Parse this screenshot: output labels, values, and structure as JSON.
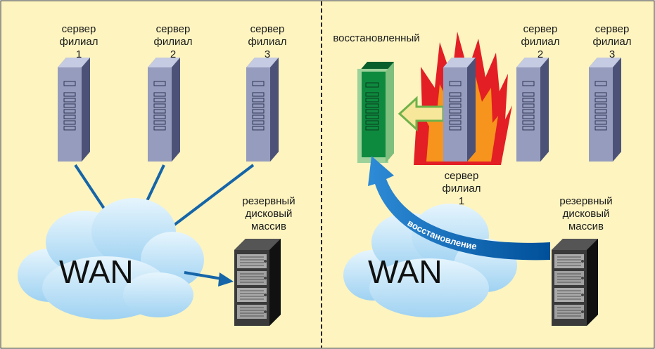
{
  "colors": {
    "background": "#FDF4C0",
    "server_face": "#8F96B8",
    "server_side": "#5F6689",
    "server_top": "#BFC5DE",
    "link_blue": "#1565A8",
    "cloud": "#BFE3F8",
    "restored_server": "#0E8A3F",
    "fire_red": "#E31E24",
    "fire_orange": "#F7941D",
    "arrow_blue": "#0060B0"
  },
  "left_panel": {
    "server1_label": "сервер филиал 1",
    "server2_label": "сервер филиал 2",
    "server3_label": "сервер филиал 3",
    "backup_label": "резервный дисковый массив",
    "network_label": "WAN"
  },
  "right_panel": {
    "restored_label": "восстановленный",
    "server1_label": "сервер филиал 1",
    "server2_label": "сервер филиал 2",
    "server3_label": "сервер филиал 3",
    "backup_label": "резервный дисковый массив",
    "network_label": "WAN",
    "recovery_arrow_label": "восстановление"
  }
}
